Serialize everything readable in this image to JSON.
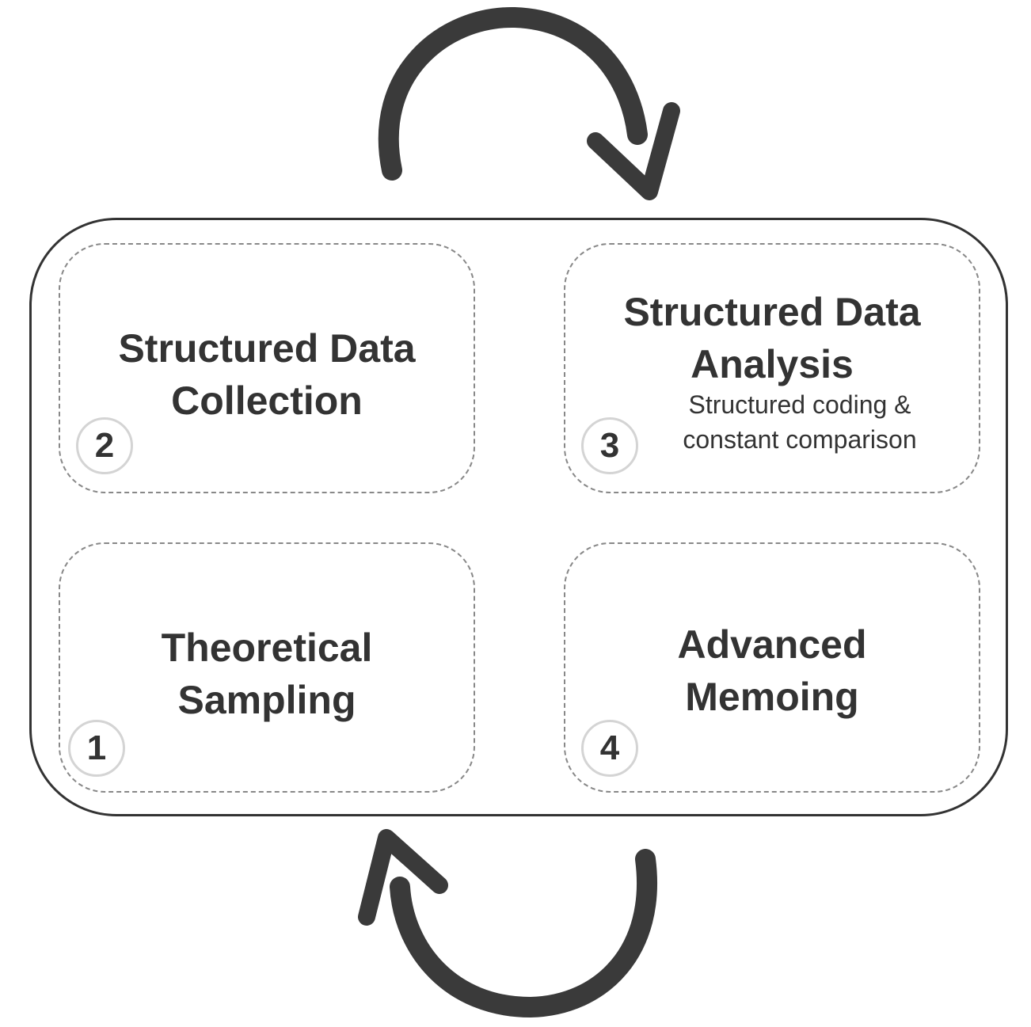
{
  "diagram": {
    "arrow_color": "#3a3a3a",
    "frame_color": "#333333",
    "dash_color": "#888888",
    "steps": [
      {
        "number": "2",
        "title": "Structured Data\nCollection",
        "subtitle": ""
      },
      {
        "number": "3",
        "title": "Structured Data\nAnalysis",
        "subtitle": "Structured coding &\nconstant comparison"
      },
      {
        "number": "1",
        "title": "Theoretical\nSampling",
        "subtitle": ""
      },
      {
        "number": "4",
        "title": "Advanced\nMemoing",
        "subtitle": ""
      }
    ],
    "cycle_arrows": [
      "cycle-arrow-top",
      "cycle-arrow-bottom"
    ]
  }
}
